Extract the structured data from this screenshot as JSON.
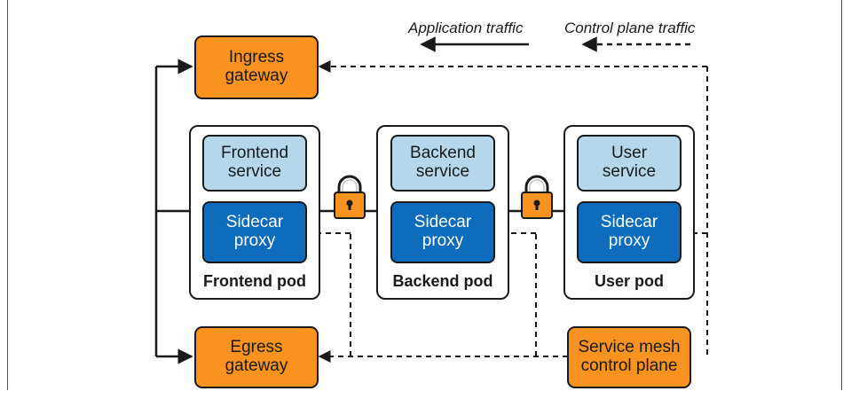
{
  "legend": {
    "application_traffic": "Application traffic",
    "control_plane_traffic": "Control plane traffic"
  },
  "gateways": {
    "ingress": "Ingress\ngateway",
    "egress": "Egress\ngateway",
    "control_plane": "Service mesh\ncontrol plane"
  },
  "pods": [
    {
      "label": "Frontend pod",
      "service": "Frontend\nservice",
      "proxy": "Sidecar\nproxy"
    },
    {
      "label": "Backend pod",
      "service": "Backend\nservice",
      "proxy": "Sidecar\nproxy"
    },
    {
      "label": "User pod",
      "service": "User\nservice",
      "proxy": "Sidecar\nproxy"
    }
  ],
  "colors": {
    "gateway": "#f7931e",
    "service": "#b6d7ea",
    "proxy": "#0f6cbd",
    "lock": "#f7931e",
    "line": "#1a1a1a"
  },
  "icons": [
    "lock-icon"
  ]
}
